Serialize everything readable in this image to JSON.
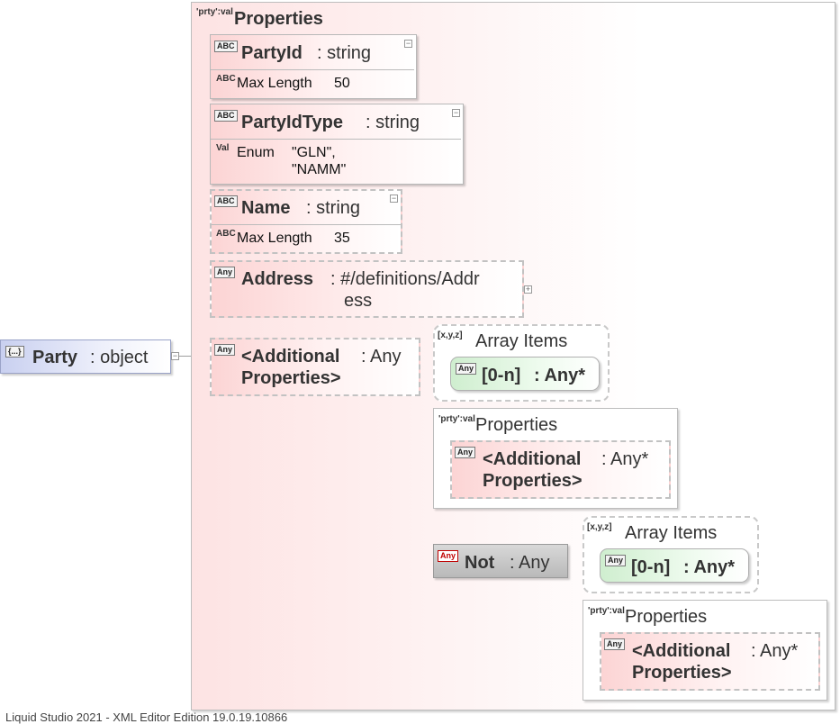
{
  "root": {
    "badge": "{...}",
    "name": "Party",
    "type": ": object"
  },
  "properties_group": {
    "badge": "'prty':val",
    "label": "Properties"
  },
  "nodes": {
    "party_id": {
      "badge": "ABC",
      "name": "PartyId",
      "type": ": string",
      "facet_badge": "ABC",
      "facet_label": "Max Length",
      "facet_value": "50"
    },
    "party_id_type": {
      "badge": "ABC",
      "name": "PartyIdType",
      "type": ": string",
      "facet_badge": "Val",
      "facet_label": "Enum",
      "enum_1": "\"GLN\",",
      "enum_2": "\"NAMM\""
    },
    "name": {
      "badge": "ABC",
      "name": "Name",
      "type": ": string",
      "facet_badge": "ABC",
      "facet_label": "Max Length",
      "facet_value": "35"
    },
    "address": {
      "badge": "Any",
      "name": "Address",
      "type_line1": ": #/definitions/Addr",
      "type_line2": "ess"
    },
    "additional": {
      "badge": "Any",
      "name_line1": "<Additional",
      "name_line2": "Properties>",
      "type": ": Any"
    }
  },
  "array_items_1": {
    "badge": "[x,y,z]",
    "label": "Array Items",
    "item_badge": "Any",
    "item_name": "[0-n]",
    "item_type": ": Any*"
  },
  "properties_2": {
    "badge": "'prty':val",
    "label": "Properties",
    "item_badge": "Any",
    "item_name_line1": "<Additional",
    "item_name_line2": "Properties>",
    "item_type": ": Any*"
  },
  "not_node": {
    "badge": "Any",
    "name": "Not",
    "type": ": Any"
  },
  "array_items_2": {
    "badge": "[x,y,z]",
    "label": "Array Items",
    "item_badge": "Any",
    "item_name": "[0-n]",
    "item_type": ": Any*"
  },
  "properties_3": {
    "badge": "'prty':val",
    "label": "Properties",
    "item_badge": "Any",
    "item_name_line1": "<Additional",
    "item_name_line2": "Properties>",
    "item_type": ": Any*"
  },
  "footer": "Liquid Studio 2021 - XML Editor Edition 19.0.19.10866"
}
